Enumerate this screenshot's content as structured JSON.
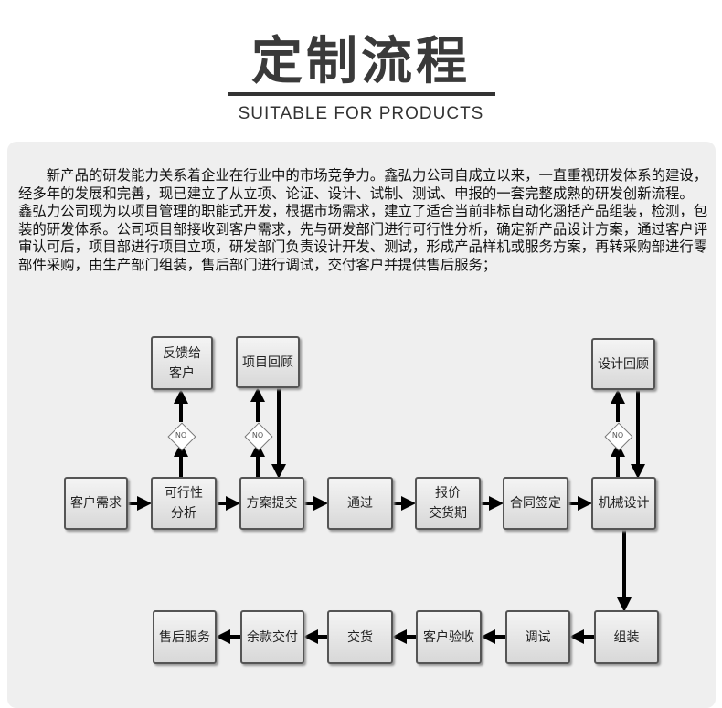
{
  "header": {
    "title": "定制流程",
    "subtitle": "SUITABLE FOR PRODUCTS"
  },
  "intro": {
    "p1": "　　新产品的研发能力关系着企业在行业中的市场竞争力。鑫弘力公司自成立以来，一直重视研发体系的建设，经多年的发展和完善，现已建立了从立项、论证、设计、试制、测试、申报的一套完整成熟的研发创新流程。",
    "p2": "鑫弘力公司现为以项目管理的职能式开发，根据市场需求，建立了适合当前非标自动化涵括产品组装，检测，包装的研发体系。公司项目部接收到客户需求，先与研发部门进行可行性分析，确定新产品设计方案，通过客户评审认可后，项目部进行项目立项，研发部门负责设计开发、测试，形成产品样机或服务方案，再转采购部进行零部件采购，由生产部门组装，售后部门进行调试，交付客户并提供售后服务；"
  },
  "flow": {
    "top": [
      "反馈给\n客户",
      "项目回顾",
      "设计回顾"
    ],
    "no": "NO",
    "row1": [
      "客户需求",
      "可行性\n分析",
      "方案提交",
      "通过",
      "报价\n交货期",
      "合同签定",
      "机械设计"
    ],
    "row2": [
      "售后服务",
      "余款交付",
      "交货",
      "客户验收",
      "调试",
      "组装"
    ]
  }
}
